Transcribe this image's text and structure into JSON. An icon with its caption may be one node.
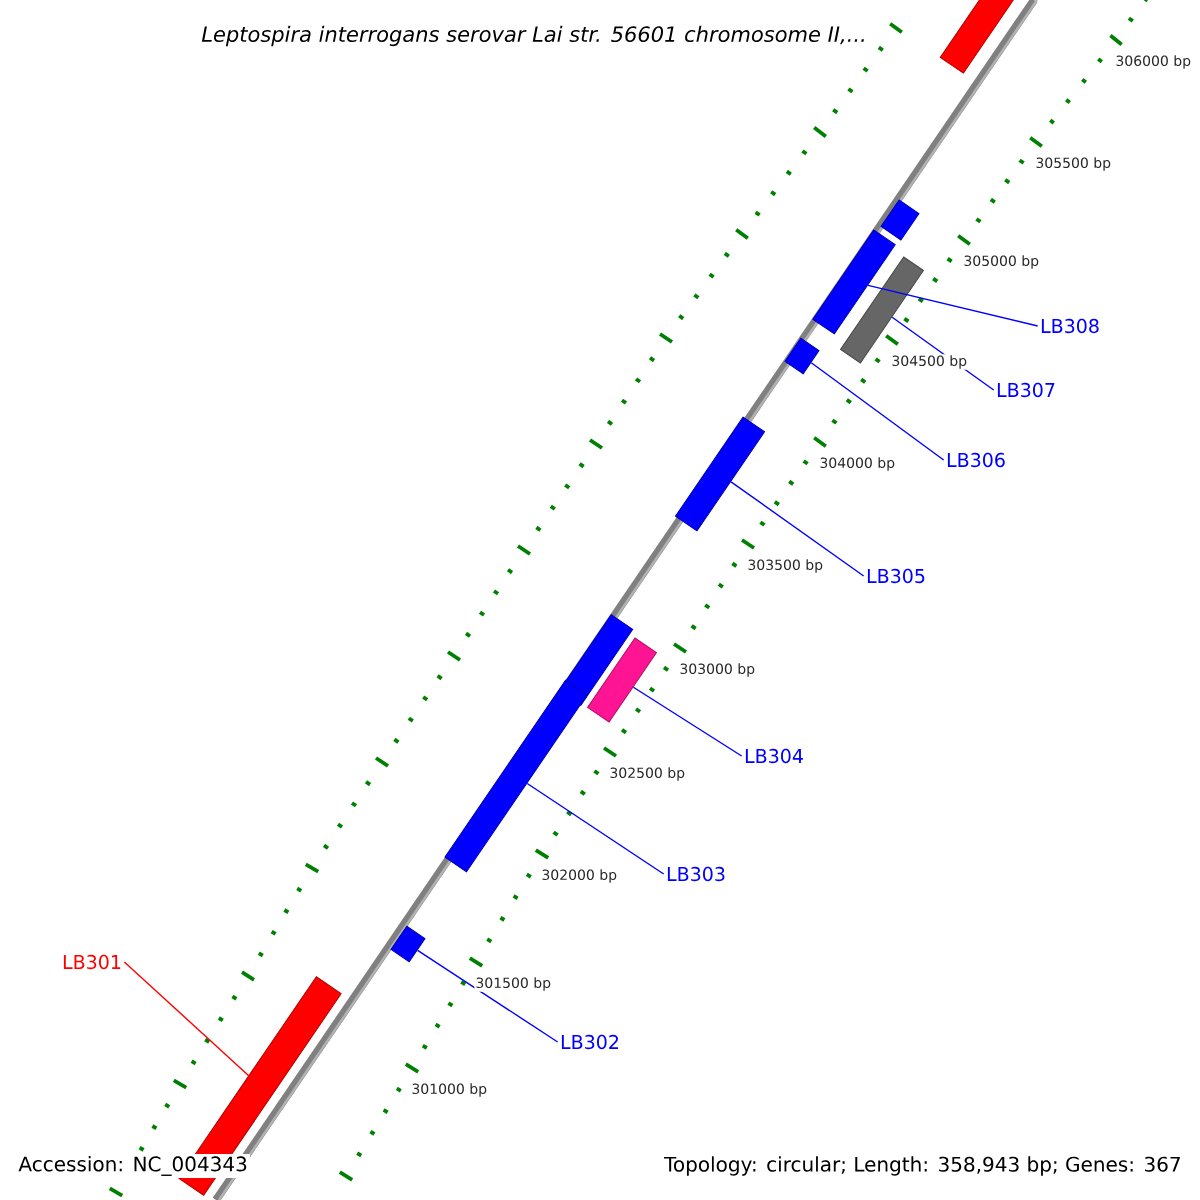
{
  "diagram": {
    "title": "Leptospira interrogans serovar Lai str. 56601 chromosome II,...",
    "nodes": [
      {
        "text": [
          "LB308"
        ]
      },
      {
        "text": [
          "LB307"
        ]
      },
      {
        "text": [
          "LB306"
        ]
      },
      {
        "text": [
          "LB305"
        ]
      },
      {
        "text": [
          "LB304"
        ]
      },
      {
        "text": [
          "LB303"
        ]
      },
      {
        "text": [
          "LB301"
        ]
      },
      {
        "text": [
          "LB302"
        ]
      },
      {
        "text": [],
        "shape": "bar"
      },
      {
        "text": [],
        "shape": "bar"
      },
      {
        "text": [],
        "shape": "bar"
      },
      {
        "text": [],
        "shape": "bar"
      },
      {
        "text": [],
        "shape": "bar"
      },
      {
        "text": [],
        "shape": "bar"
      },
      {
        "text": [],
        "shape": "bar"
      },
      {
        "text": [],
        "shape": "bar"
      },
      {
        "text": [],
        "shape": "bar"
      },
      {
        "text": [],
        "shape": "bar"
      },
      {
        "text": [],
        "shape": "bar"
      }
    ],
    "edges": [
      {
        "from": 0,
        "to": 10,
        "arrow": "none"
      },
      {
        "from": 1,
        "to": 11,
        "arrow": "none"
      },
      {
        "from": 2,
        "to": 12,
        "arrow": "none"
      },
      {
        "from": 3,
        "to": 13,
        "arrow": "none"
      },
      {
        "from": 4,
        "to": 15,
        "arrow": "none"
      },
      {
        "from": 5,
        "to": 16,
        "arrow": "none"
      },
      {
        "from": 6,
        "to": 18,
        "arrow": "none",
        "color": "#ff0000"
      },
      {
        "from": 7,
        "to": 17,
        "arrow": "none"
      }
    ],
    "labels": [
      "306000 bp",
      "305500 bp",
      "305000 bp",
      "304500 bp",
      "304000 bp",
      "303500 bp",
      "303000 bp",
      "302500 bp",
      "302000 bp",
      "301500 bp",
      "301000 bp",
      "Accession: NC_004343",
      "Topology: circular; Length: 358,943 bp; Genes: 367"
    ]
  }
}
